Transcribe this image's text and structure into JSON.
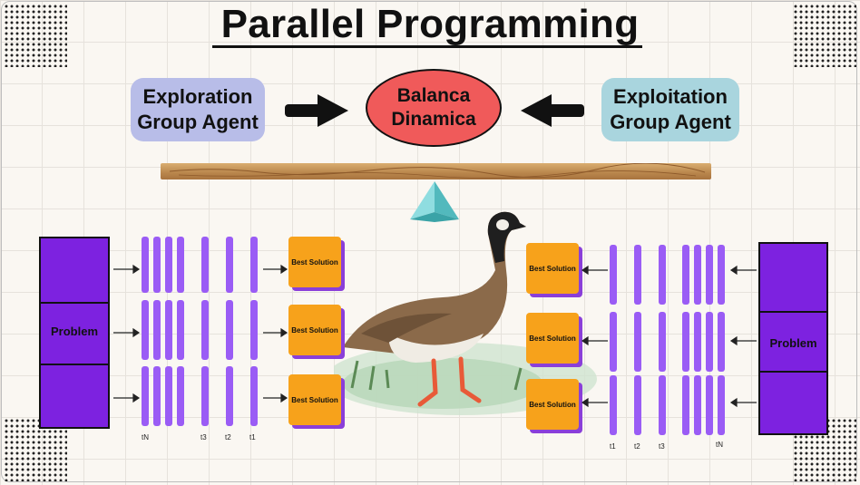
{
  "title": "Parallel Programming",
  "left_agent": {
    "line1": "Exploration",
    "line2": "Group Agent",
    "color": "#b8bde8"
  },
  "right_agent": {
    "line1": "Exploitation",
    "line2": "Group Agent",
    "color": "#a9d5de"
  },
  "balance": {
    "line1": "Balanca",
    "line2": "Dinamica",
    "color": "#f05a5a"
  },
  "left_panel": {
    "problem_label": "Problem",
    "best_solution_labels": [
      "Best Solution",
      "Best Solution",
      "Best Solution"
    ],
    "time_labels": [
      "tN",
      "t3",
      "t2",
      "t1"
    ]
  },
  "right_panel": {
    "problem_label": "Problem",
    "best_solution_labels": [
      "Best Solution",
      "Best Solution",
      "Best Solution"
    ],
    "time_labels": [
      "t1",
      "t2",
      "t3",
      "tN"
    ]
  },
  "colors": {
    "problem": "#7d22e0",
    "bars": "#9a5cf5",
    "best_solution": "#f7a21b",
    "plank": "#b9864c",
    "fulcrum": "#6fcdd0"
  }
}
